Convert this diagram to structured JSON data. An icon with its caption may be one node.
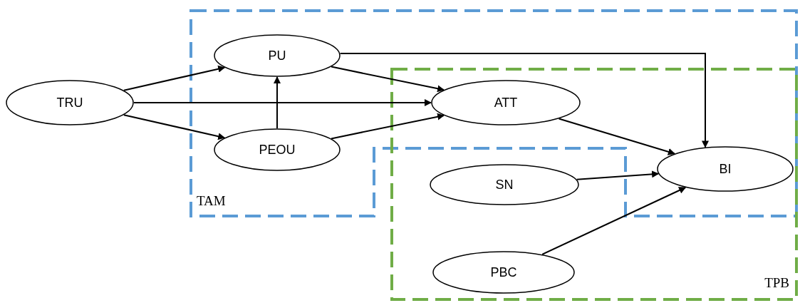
{
  "diagram": {
    "nodes": [
      {
        "text": [
          "TRU"
        ]
      },
      {
        "text": [
          "TAM"
        ]
      },
      {
        "text": [
          "PU"
        ],
        "in": 1
      },
      {
        "text": [
          "PEOU"
        ],
        "in": 1
      },
      {
        "text": [
          "TPB"
        ]
      },
      {
        "text": [
          "ATT"
        ]
      },
      {
        "text": [
          "SN"
        ],
        "in": 4
      },
      {
        "text": [
          "PBC"
        ],
        "in": 4
      },
      {
        "text": [
          "BI"
        ]
      }
    ],
    "edges": [
      {
        "from": 0,
        "to": 2,
        "arrow": "to"
      },
      {
        "from": 0,
        "to": 5,
        "arrow": "to"
      },
      {
        "from": 0,
        "to": 3,
        "arrow": "to"
      },
      {
        "from": 3,
        "to": 2,
        "arrow": "to"
      },
      {
        "from": 2,
        "to": 5,
        "arrow": "to"
      },
      {
        "from": 3,
        "to": 5,
        "arrow": "to"
      },
      {
        "from": 2,
        "to": 8,
        "arrow": "to"
      },
      {
        "from": 5,
        "to": 8,
        "arrow": "to"
      },
      {
        "from": 6,
        "to": 8,
        "arrow": "to"
      },
      {
        "from": 7,
        "to": 8,
        "arrow": "to"
      }
    ]
  }
}
